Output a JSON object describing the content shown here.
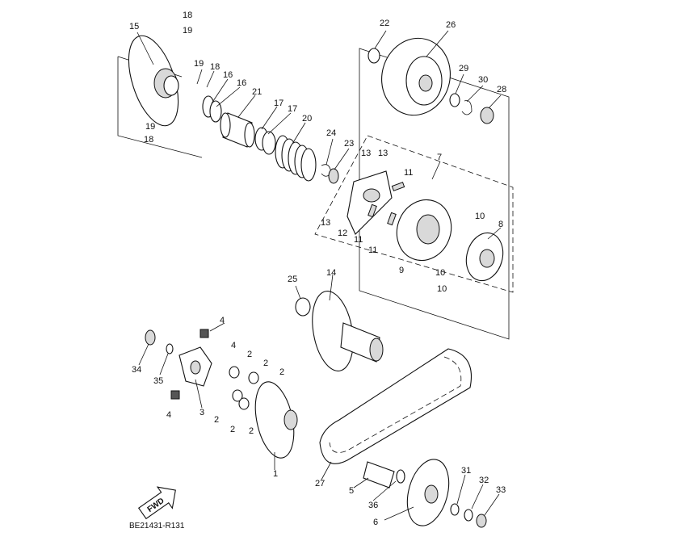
{
  "diagram": {
    "reference_code": "BE21431-R131",
    "fwd_label": "FWD",
    "callouts": [
      {
        "label": "18"
      },
      {
        "label": "19"
      },
      {
        "label": "15"
      },
      {
        "label": "19"
      },
      {
        "label": "18"
      },
      {
        "label": "16"
      },
      {
        "label": "16"
      },
      {
        "label": "21"
      },
      {
        "label": "17"
      },
      {
        "label": "17"
      },
      {
        "label": "20"
      },
      {
        "label": "19"
      },
      {
        "label": "18"
      },
      {
        "label": "24"
      },
      {
        "label": "23"
      },
      {
        "label": "13"
      },
      {
        "label": "13"
      },
      {
        "label": "7"
      },
      {
        "label": "11"
      },
      {
        "label": "13"
      },
      {
        "label": "12"
      },
      {
        "label": "11"
      },
      {
        "label": "11"
      },
      {
        "label": "9"
      },
      {
        "label": "10"
      },
      {
        "label": "8"
      },
      {
        "label": "10"
      },
      {
        "label": "10"
      },
      {
        "label": "22"
      },
      {
        "label": "26"
      },
      {
        "label": "29"
      },
      {
        "label": "30"
      },
      {
        "label": "28"
      },
      {
        "label": "25"
      },
      {
        "label": "14"
      },
      {
        "label": "4"
      },
      {
        "label": "4"
      },
      {
        "label": "34"
      },
      {
        "label": "35"
      },
      {
        "label": "2"
      },
      {
        "label": "2"
      },
      {
        "label": "2"
      },
      {
        "label": "3"
      },
      {
        "label": "4"
      },
      {
        "label": "2"
      },
      {
        "label": "2"
      },
      {
        "label": "2"
      },
      {
        "label": "1"
      },
      {
        "label": "27"
      },
      {
        "label": "5"
      },
      {
        "label": "36"
      },
      {
        "label": "6"
      },
      {
        "label": "31"
      },
      {
        "label": "32"
      },
      {
        "label": "33"
      }
    ]
  }
}
